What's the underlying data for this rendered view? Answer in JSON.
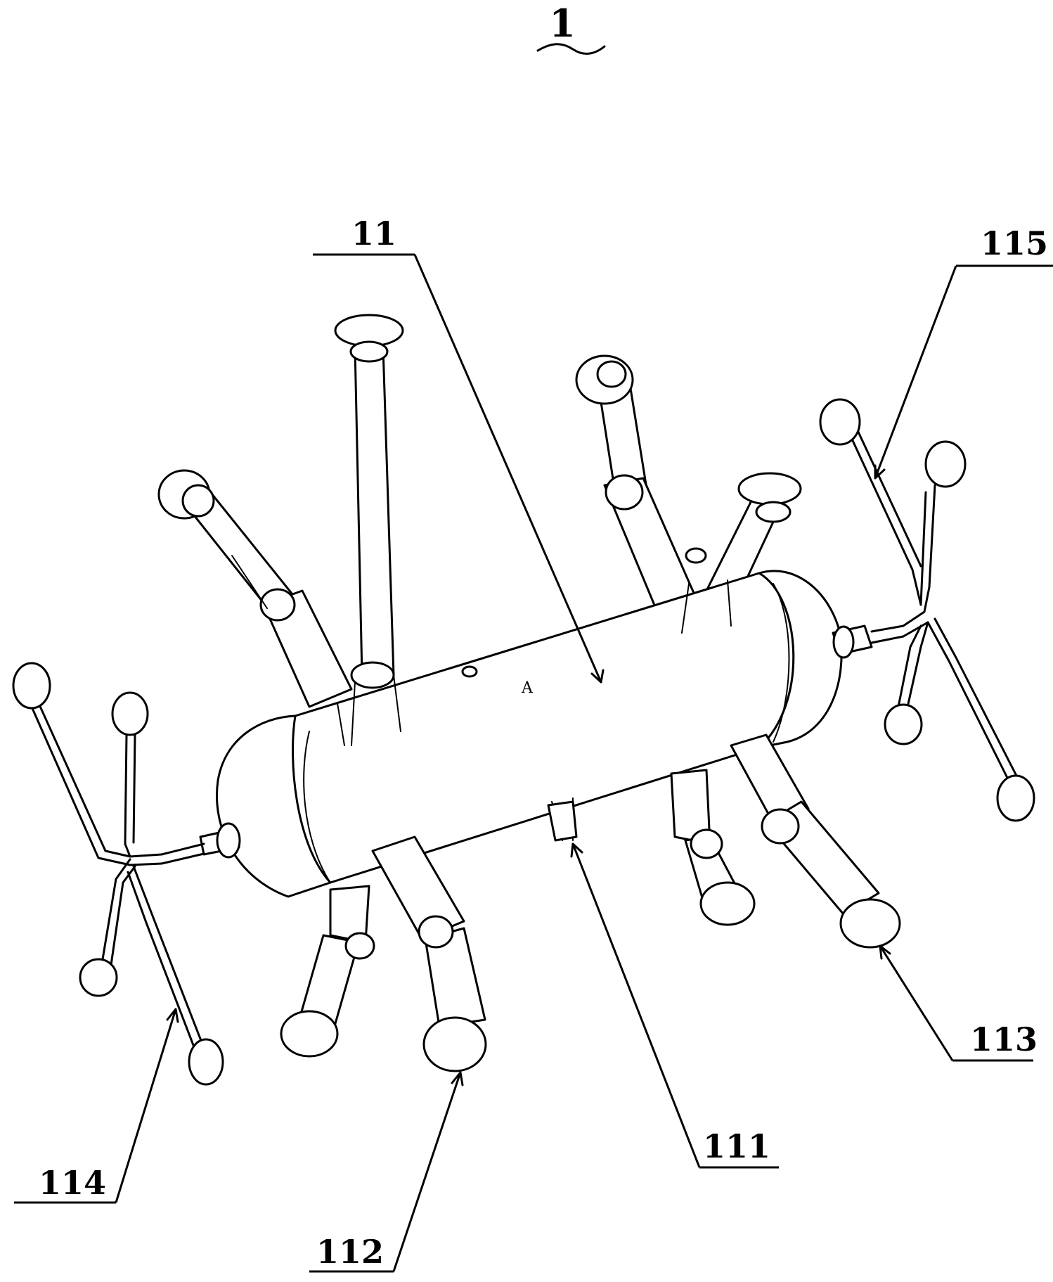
{
  "figure": {
    "number": "1",
    "inner_mark": "A"
  },
  "labels": {
    "body": "11",
    "bottom_pipe": "111",
    "left_lower_leg": "112",
    "right_lower_leg": "113",
    "left_branch_pipe": "114",
    "right_branch_pipe": "115"
  },
  "colors": {
    "line": "#000000",
    "background": "#ffffff"
  }
}
